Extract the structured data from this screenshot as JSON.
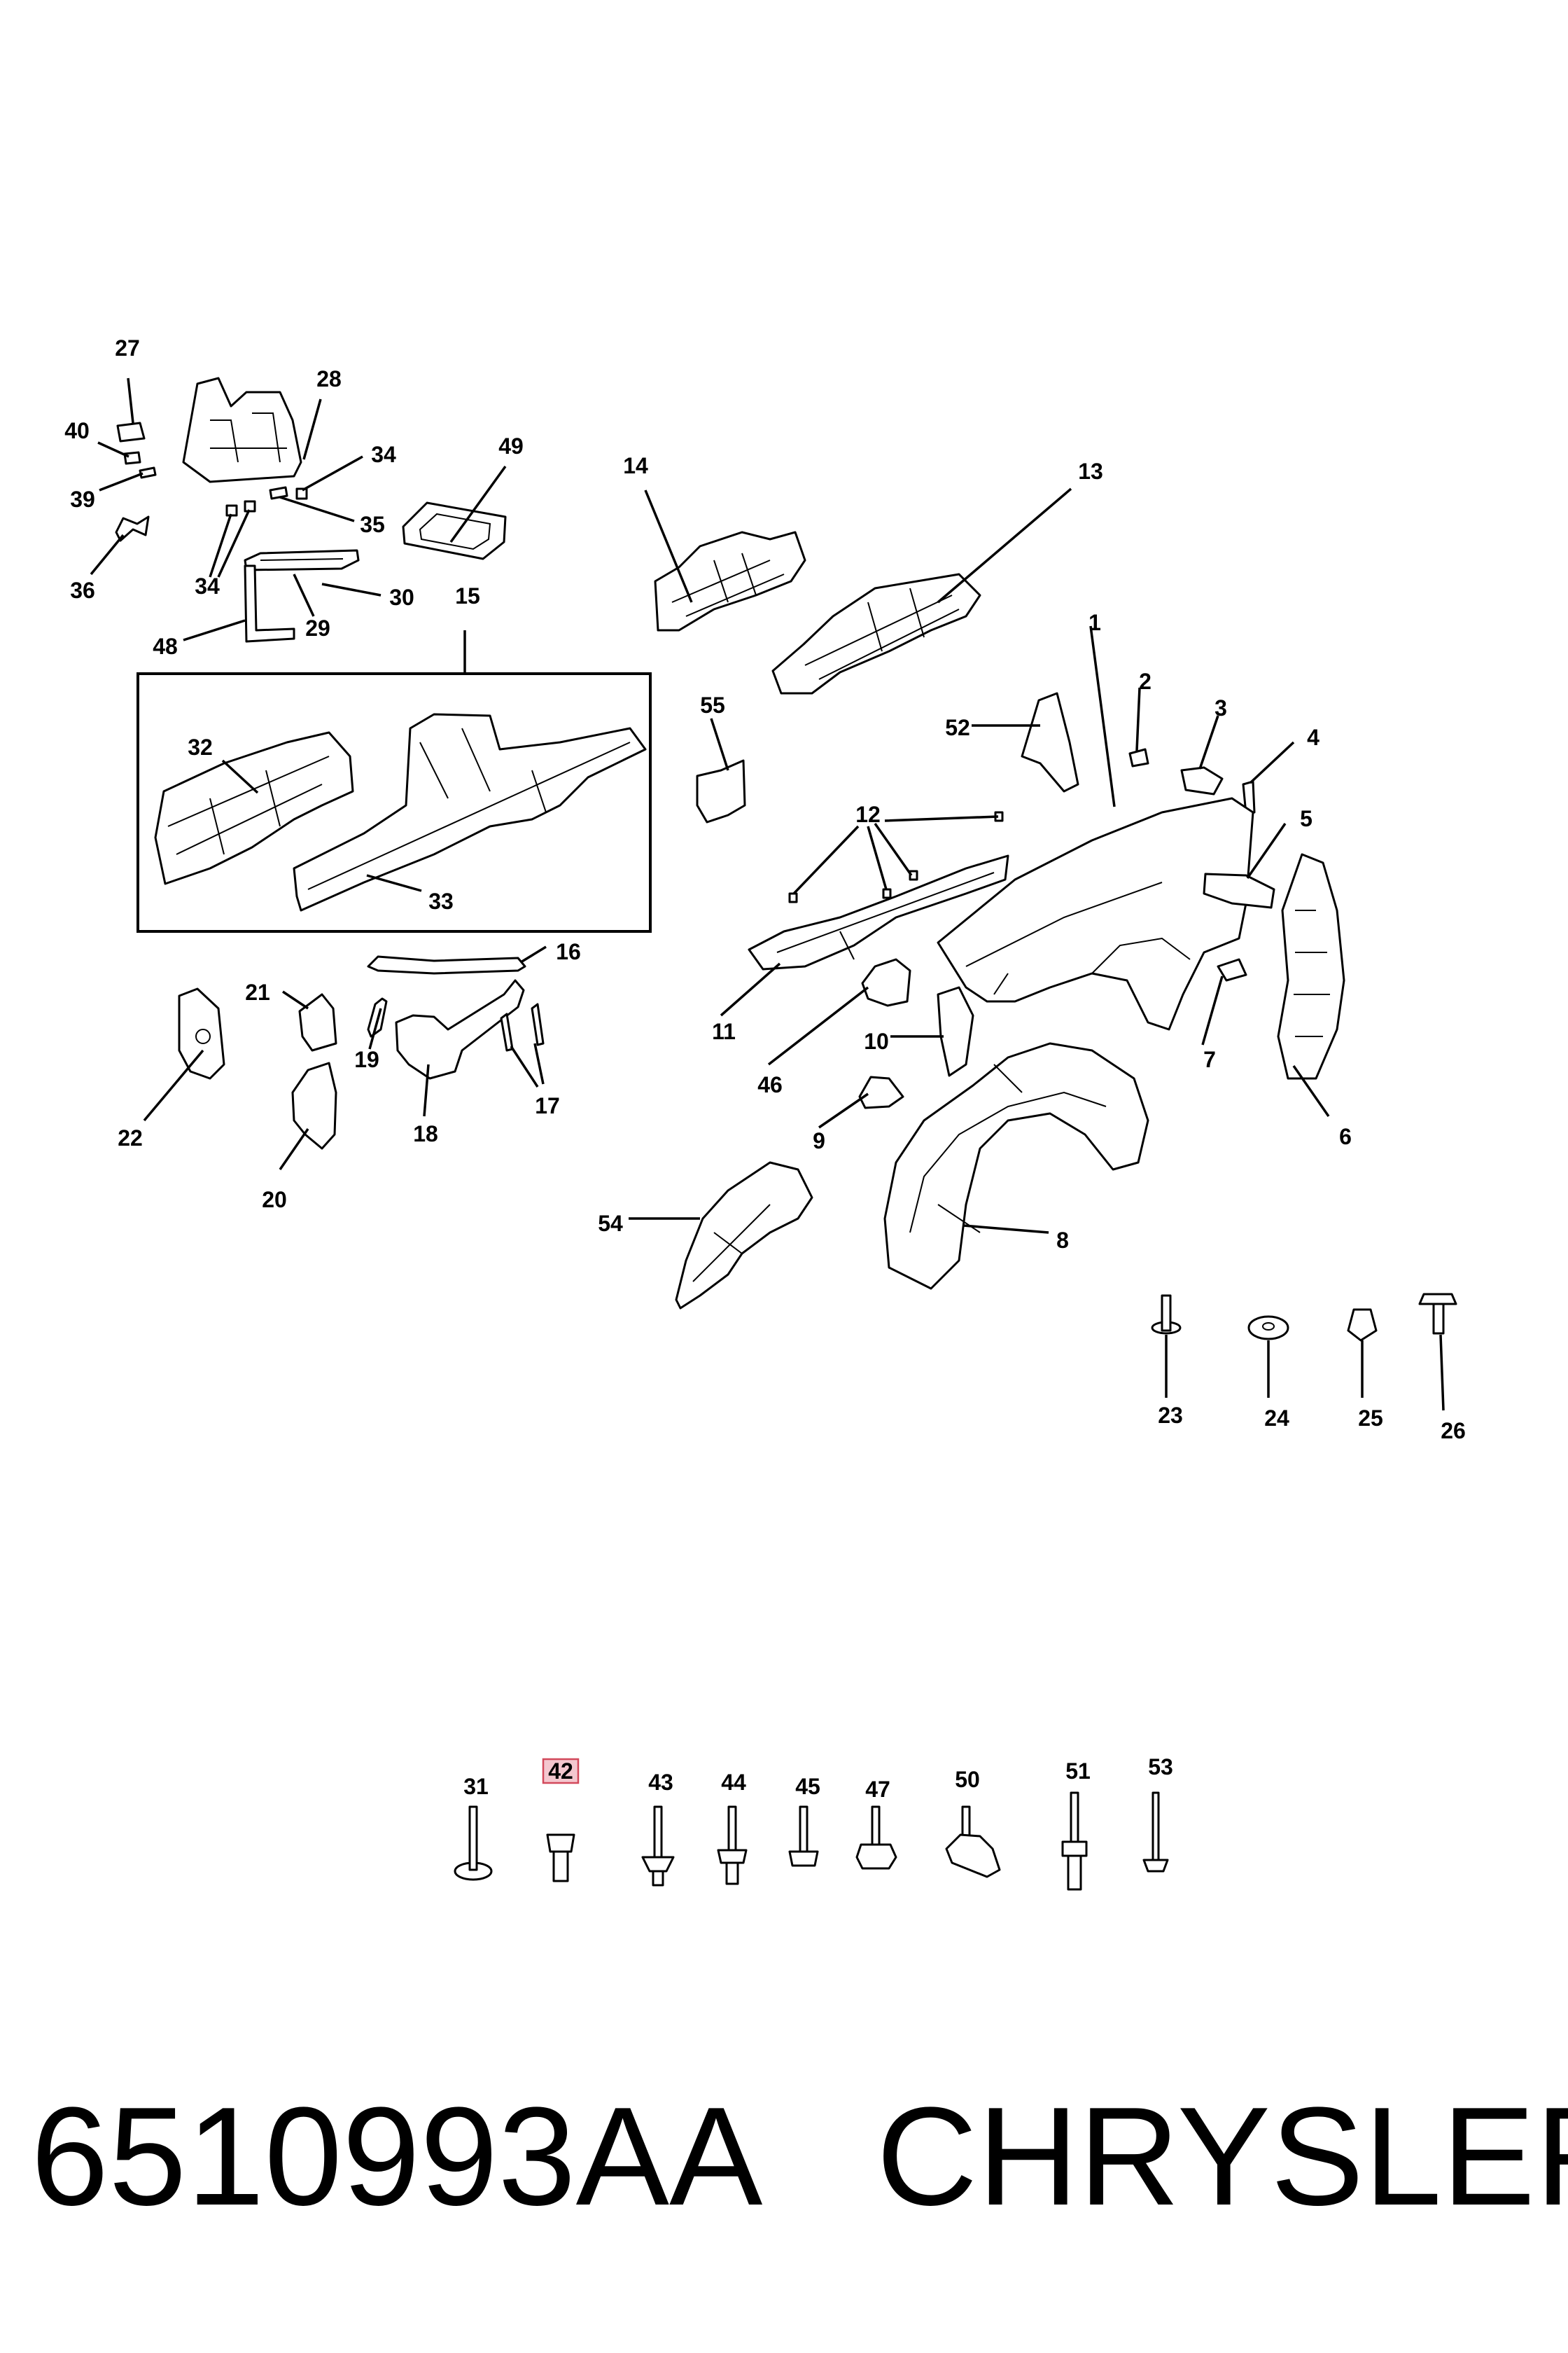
{
  "diagram": {
    "callouts": {
      "c1": "1",
      "c2": "2",
      "c3": "3",
      "c4": "4",
      "c5": "5",
      "c6": "6",
      "c7": "7",
      "c8": "8",
      "c9": "9",
      "c10": "10",
      "c11": "11",
      "c12": "12",
      "c13": "13",
      "c14": "14",
      "c15": "15",
      "c16": "16",
      "c17": "17",
      "c18": "18",
      "c19": "19",
      "c20": "20",
      "c21": "21",
      "c22": "22",
      "c23": "23",
      "c24": "24",
      "c25": "25",
      "c26": "26",
      "c27": "27",
      "c28": "28",
      "c29": "29",
      "c30": "30",
      "c31": "31",
      "c32": "32",
      "c33": "33",
      "c34": "34",
      "c35": "35",
      "c36": "36",
      "c39": "39",
      "c40": "40",
      "c42": "42",
      "c43": "43",
      "c44": "44",
      "c45": "45",
      "c46": "46",
      "c47": "47",
      "c48": "48",
      "c49": "49",
      "c50": "50",
      "c51": "51",
      "c52": "52",
      "c53": "53",
      "c54": "54",
      "c55": "55"
    },
    "highlighted_callout": "42",
    "highlight_color": "#f4c7cf"
  },
  "caption": {
    "part_number": "6510993AA",
    "brand": "CHRYSLER"
  }
}
